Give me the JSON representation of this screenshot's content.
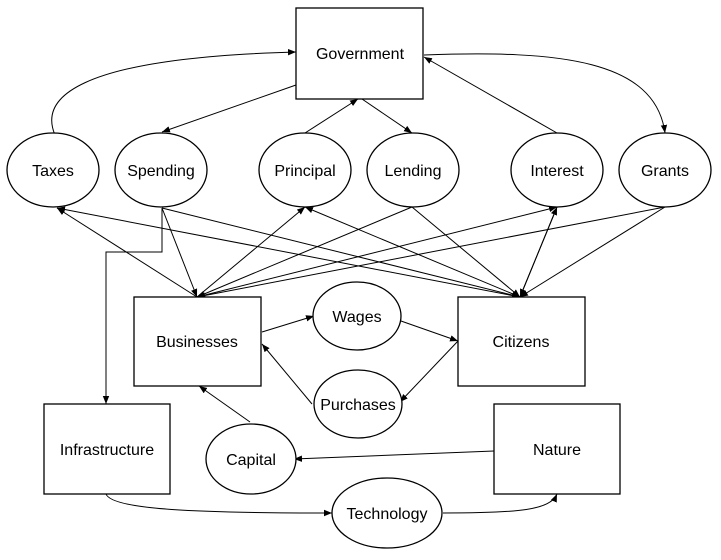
{
  "diagram": {
    "line_color": "#000000",
    "background": "#ffffff",
    "nodes": {
      "government": "Government",
      "taxes": "Taxes",
      "spending": "Spending",
      "principal": "Principal",
      "lending": "Lending",
      "interest": "Interest",
      "grants": "Grants",
      "businesses": "Businesses",
      "wages": "Wages",
      "citizens": "Citizens",
      "purchases": "Purchases",
      "infrastructure": "Infrastructure",
      "capital": "Capital",
      "nature": "Nature",
      "technology": "Technology"
    },
    "edges": [
      {
        "from": "taxes",
        "to": "government"
      },
      {
        "from": "government",
        "to": "spending"
      },
      {
        "from": "principal",
        "to": "government"
      },
      {
        "from": "government",
        "to": "lending"
      },
      {
        "from": "interest",
        "to": "government"
      },
      {
        "from": "government",
        "to": "grants"
      },
      {
        "from": "businesses",
        "to": "taxes"
      },
      {
        "from": "citizens",
        "to": "taxes"
      },
      {
        "from": "spending",
        "to": "businesses"
      },
      {
        "from": "spending",
        "to": "citizens"
      },
      {
        "from": "spending",
        "to": "infrastructure"
      },
      {
        "from": "businesses",
        "to": "principal"
      },
      {
        "from": "citizens",
        "to": "principal"
      },
      {
        "from": "lending",
        "to": "businesses"
      },
      {
        "from": "lending",
        "to": "citizens"
      },
      {
        "from": "businesses",
        "to": "interest"
      },
      {
        "from": "citizens",
        "to": "interest"
      },
      {
        "from": "grants",
        "to": "businesses"
      },
      {
        "from": "grants",
        "to": "citizens"
      },
      {
        "from": "businesses",
        "to": "wages"
      },
      {
        "from": "wages",
        "to": "citizens"
      },
      {
        "from": "citizens",
        "to": "purchases"
      },
      {
        "from": "purchases",
        "to": "businesses"
      },
      {
        "from": "capital",
        "to": "businesses"
      },
      {
        "from": "nature",
        "to": "capital"
      },
      {
        "from": "infrastructure",
        "to": "technology"
      },
      {
        "from": "technology",
        "to": "nature"
      }
    ]
  }
}
